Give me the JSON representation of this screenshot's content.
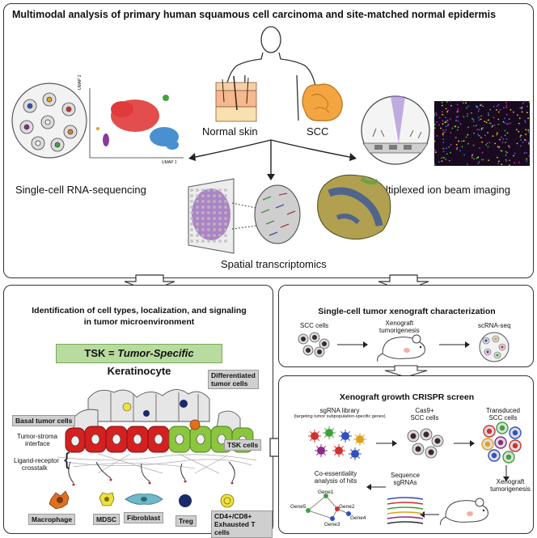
{
  "top": {
    "title": "Multimodal analysis of primary human squamous cell carcinoma and site-matched normal epidermis",
    "normal_skin": "Normal skin",
    "scc": "SCC",
    "scrnaseq": "Single-cell RNA-sequencing",
    "mibi": "Multiplexed ion beam imaging",
    "spatial": "Spatial transcriptomics",
    "umap_x": "UMAP 1",
    "umap_y": "UMAP 2"
  },
  "left": {
    "title_line1": "Identification of cell types, localization, and signaling",
    "title_line2": "in tumor microenvironment",
    "tsk_prefix": "TSK = ",
    "tsk_italic": "Tumor-Specific",
    "tsk_suffix": " Keratinocyte",
    "differentiated_line1": "Differentiated",
    "differentiated_line2": "tumor cells",
    "basal": "Basal tumor cells",
    "tsk_cells": "TSK cells",
    "interface_line1": "Tumor-stroma",
    "interface_line2": "interface",
    "lr_line1": "Ligand-receptor",
    "lr_line2": "crosstalk",
    "macrophage": "Macrophage",
    "mdsc": "MDSC",
    "fibroblast": "Fibroblast",
    "treg": "Treg",
    "tcells_line1": "CD4+/CD8+",
    "tcells_line2": "Exhausted T cells"
  },
  "right_top": {
    "title": "Single-cell tumor xenograft characterization",
    "scc_cells": "SCC cells",
    "xeno_line1": "Xenograft",
    "xeno_line2": "tumorigenesis",
    "scrnaseq": "scRNA-seq"
  },
  "right_bottom": {
    "title": "Xenograft growth CRISPR screen",
    "lib_line1": "sgRNA library",
    "lib_line2": "(targeting tumor subpopulation-specific genes)",
    "cas9_line1": "Cas9+",
    "cas9_line2": "SCC cells",
    "trans_line1": "Transduced",
    "trans_line2": "SCC cells",
    "xeno_line1": "Xenograft",
    "xeno_line2": "tumorigenesis",
    "seq_line1": "Sequence",
    "seq_line2": "sgRNAs",
    "coess_line1": "Co-essentiality",
    "coess_line2": "analysis of hits",
    "genes": [
      "Gene1",
      "Gene2",
      "Gene3",
      "Gene4",
      "Gene5"
    ]
  },
  "colors": {
    "basal_red": "#d42020",
    "tsk_green": "#8cc63f",
    "tsk_banner": "#b8dba0",
    "umap_red": "#e03a3a",
    "umap_blue": "#4a90d0",
    "skin_orange": "#f2a540",
    "macrophage": "#e07020",
    "mdsc": "#f0e040",
    "fibroblast": "#70b8c8",
    "treg": "#1a2a6a"
  }
}
